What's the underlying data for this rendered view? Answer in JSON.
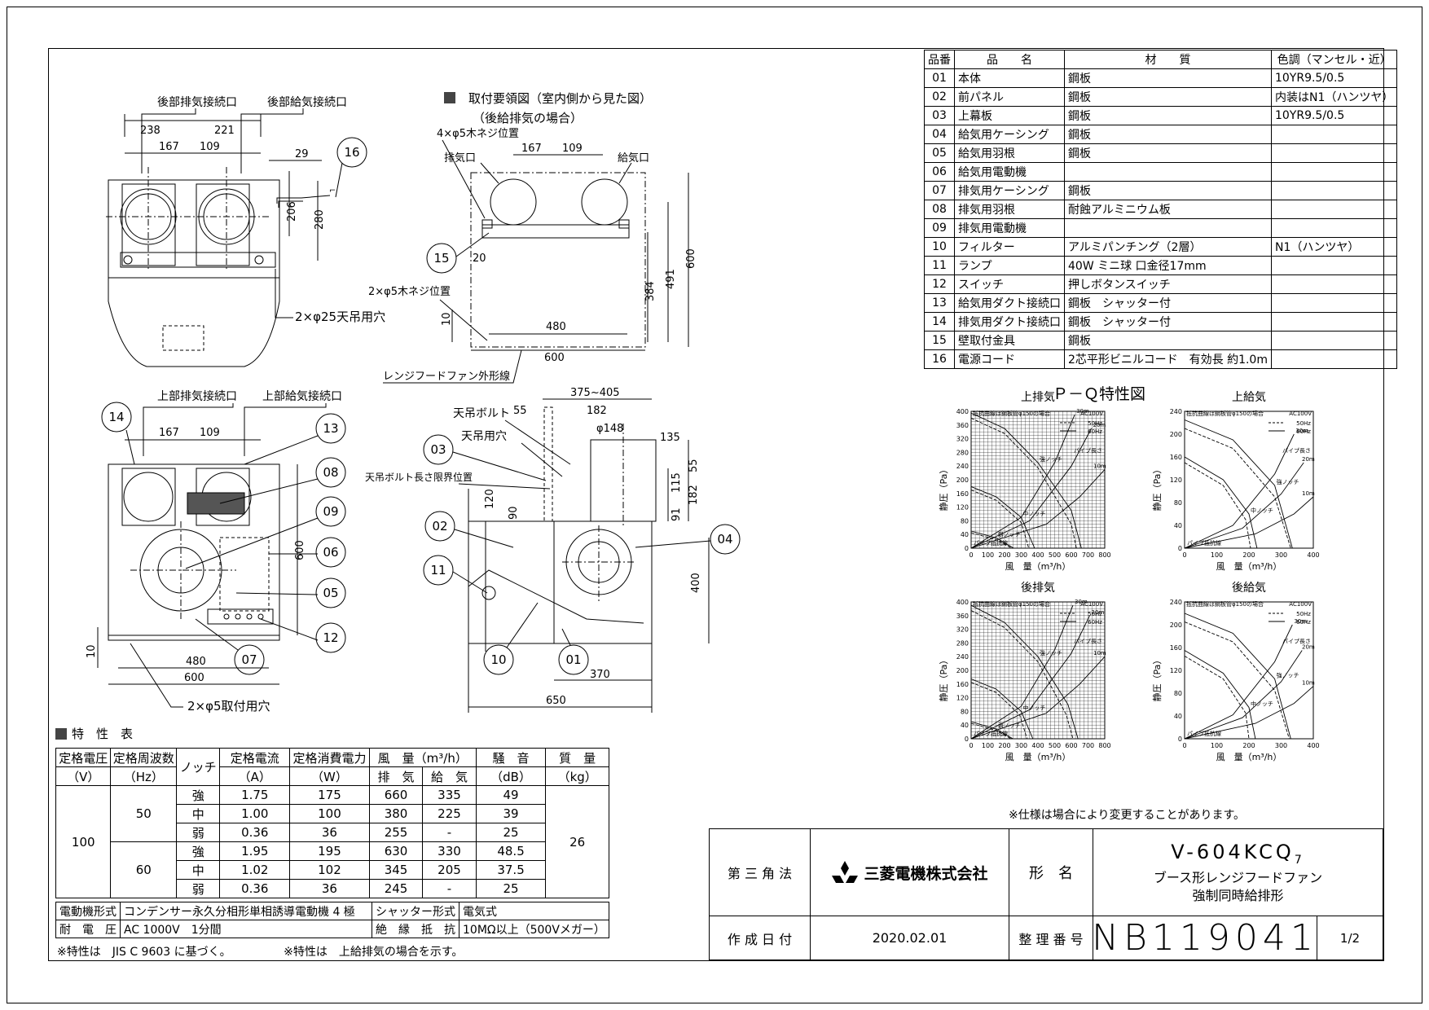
{
  "parts_table": {
    "headers": [
      "品番",
      "品　　名",
      "材　　質",
      "色調（マンセル・近）"
    ],
    "rows": [
      [
        "01",
        "本体",
        "鋼板",
        "10YR9.5/0.5"
      ],
      [
        "02",
        "前パネル",
        "鋼板",
        "内装はN1（ハンツヤ）"
      ],
      [
        "03",
        "上幕板",
        "鋼板",
        "10YR9.5/0.5"
      ],
      [
        "04",
        "給気用ケーシング",
        "鋼板",
        ""
      ],
      [
        "05",
        "給気用羽根",
        "鋼板",
        ""
      ],
      [
        "06",
        "給気用電動機",
        "",
        ""
      ],
      [
        "07",
        "排気用ケーシング",
        "鋼板",
        ""
      ],
      [
        "08",
        "排気用羽根",
        "耐蝕アルミニウム板",
        ""
      ],
      [
        "09",
        "排気用電動機",
        "",
        ""
      ],
      [
        "10",
        "フィルター",
        "アルミパンチング（2層）",
        "N1（ハンツヤ）"
      ],
      [
        "11",
        "ランプ",
        "40W ミニ球 口金径17mm",
        ""
      ],
      [
        "12",
        "スイッチ",
        "押しボタンスイッチ",
        ""
      ],
      [
        "13",
        "給気用ダクト接続口",
        "鋼板　シャッター付",
        ""
      ],
      [
        "14",
        "排気用ダクト接続口",
        "鋼板　シャッター付",
        ""
      ],
      [
        "15",
        "壁取付金具",
        "鋼板",
        ""
      ],
      [
        "16",
        "電源コード",
        "2芯平形ビニルコード　有効長 約1.0m",
        ""
      ]
    ]
  },
  "top_view": {
    "label_rear_exhaust": "後部排気接続口",
    "label_rear_supply": "後部給気接続口",
    "dim_238": "238",
    "dim_221": "221",
    "dim_167": "167",
    "dim_109": "109",
    "dim_29": "29",
    "dim_206": "206",
    "dim_280": "280",
    "balloon_16": "16",
    "hanger_note": "2×φ25天吊用穴"
  },
  "mount_view": {
    "title": "取付要領図（室内側から見た図）",
    "subtitle": "（後給排気の場合）",
    "screw_note_top": "4×φ5木ネジ位置",
    "exhaust_port": "排気口",
    "supply_port": "給気口",
    "dim_167": "167",
    "dim_109": "109",
    "dim_20": "20",
    "balloon_15": "15",
    "screw_note_bottom": "2×φ5木ネジ位置",
    "dim_10": "10",
    "dim_480": "480",
    "dim_600w": "600",
    "dim_384": "384",
    "dim_491": "491",
    "dim_600h": "600",
    "outline_note": "レンジフードファン外形線"
  },
  "front_view": {
    "label_top_exhaust": "上部排気接続口",
    "label_top_supply": "上部給気接続口",
    "dim_167": "167",
    "dim_109": "109",
    "balloons": [
      "14",
      "13",
      "08",
      "09",
      "06",
      "05",
      "12",
      "07"
    ],
    "dim_600h": "600",
    "dim_10": "10",
    "dim_480": "480",
    "dim_600w": "600",
    "mount_hole_note": "2×φ5取付用穴"
  },
  "side_view": {
    "dim_375_405": "375~405",
    "hanger_bolt": "天吊ボルト",
    "hanger_hole": "天吊用穴",
    "bolt_limit": "天吊ボルト長さ限界位置",
    "dim_55a": "55",
    "dim_182a": "182",
    "dim_148": "φ148",
    "dim_135": "135",
    "dim_55b": "55",
    "dim_115": "115",
    "dim_182b": "182",
    "dim_91": "91",
    "dim_120": "120",
    "dim_90": "90",
    "dim_400": "400",
    "dim_370": "370",
    "dim_650": "650",
    "balloons": [
      "03",
      "02",
      "11",
      "04",
      "10",
      "01"
    ]
  },
  "pq": {
    "title": "Ｐ－Ｑ特性図",
    "ylabel": "静圧（Pa）",
    "xlabel": "風　量（m³/h）",
    "legend_power": "AC100V",
    "legend_50": "50Hz",
    "legend_60": "60Hz",
    "resistance_note": "抵抗曲線は鋼板管φ150の場合",
    "pipe_label": "パイプ長さ",
    "pipe_lengths": [
      "30m",
      "20m",
      "10m"
    ],
    "notch_high": "強ノッチ",
    "notch_mid": "中ノッチ",
    "notch_low": "弱ノッチ",
    "pipe_resistance": "パイプ抵抗線"
  },
  "chart_data": [
    {
      "type": "line",
      "title": "上排気",
      "xlabel": "風　量（m³/h）",
      "ylabel": "静圧（Pa）",
      "xlim": [
        0,
        800
      ],
      "ylim": [
        0,
        400
      ],
      "xticks": [
        0,
        100,
        200,
        300,
        400,
        500,
        600,
        700,
        800
      ],
      "yticks": [
        0,
        40,
        80,
        120,
        160,
        200,
        240,
        280,
        320,
        360,
        400
      ],
      "grid": true,
      "legend": "top-right",
      "series": [
        {
          "name": "強ノッチ",
          "style": "solid",
          "points": [
            [
              0,
              395
            ],
            [
              200,
              350
            ],
            [
              400,
              250
            ],
            [
              600,
              110
            ],
            [
              660,
              0
            ]
          ]
        },
        {
          "name": "強ノッチ",
          "style": "dashed",
          "points": [
            [
              0,
              380
            ],
            [
              200,
              335
            ],
            [
              400,
              235
            ],
            [
              600,
              70
            ],
            [
              630,
              0
            ]
          ]
        },
        {
          "name": "中ノッチ",
          "style": "solid",
          "points": [
            [
              0,
              180
            ],
            [
              150,
              150
            ],
            [
              300,
              90
            ],
            [
              380,
              0
            ]
          ]
        },
        {
          "name": "中ノッチ",
          "style": "dashed",
          "points": [
            [
              0,
              170
            ],
            [
              150,
              140
            ],
            [
              300,
              75
            ],
            [
              345,
              0
            ]
          ]
        },
        {
          "name": "弱ノッチ",
          "style": "solid",
          "points": [
            [
              0,
              50
            ],
            [
              150,
              30
            ],
            [
              255,
              0
            ]
          ]
        },
        {
          "name": "弱ノッチ",
          "style": "dashed",
          "points": [
            [
              0,
              45
            ],
            [
              150,
              25
            ],
            [
              245,
              0
            ]
          ]
        },
        {
          "name": "30m",
          "style": "solid",
          "points": [
            [
              0,
              0
            ],
            [
              300,
              90
            ],
            [
              500,
              250
            ],
            [
              620,
              390
            ]
          ]
        },
        {
          "name": "20m",
          "style": "solid",
          "points": [
            [
              0,
              0
            ],
            [
              350,
              80
            ],
            [
              600,
              240
            ],
            [
              720,
              350
            ]
          ]
        },
        {
          "name": "10m",
          "style": "solid",
          "points": [
            [
              0,
              0
            ],
            [
              450,
              70
            ],
            [
              650,
              150
            ],
            [
              800,
              230
            ]
          ]
        }
      ]
    },
    {
      "type": "line",
      "title": "上給気",
      "xlabel": "風　量（m³/h）",
      "ylabel": "静圧（Pa）",
      "xlim": [
        0,
        400
      ],
      "ylim": [
        0,
        240
      ],
      "xticks": [
        0,
        100,
        200,
        300,
        400
      ],
      "yticks": [
        0,
        40,
        80,
        120,
        160,
        200,
        240
      ],
      "grid": false,
      "legend": "top-right",
      "series": [
        {
          "name": "強ノッチ",
          "style": "solid",
          "points": [
            [
              0,
              225
            ],
            [
              150,
              190
            ],
            [
              280,
              110
            ],
            [
              335,
              0
            ]
          ]
        },
        {
          "name": "強ノッチ",
          "style": "dashed",
          "points": [
            [
              0,
              210
            ],
            [
              150,
              175
            ],
            [
              280,
              90
            ],
            [
              330,
              0
            ]
          ]
        },
        {
          "name": "中ノッチ",
          "style": "solid",
          "points": [
            [
              0,
              160
            ],
            [
              120,
              120
            ],
            [
              200,
              60
            ],
            [
              225,
              0
            ]
          ]
        },
        {
          "name": "中ノッチ",
          "style": "dashed",
          "points": [
            [
              0,
              150
            ],
            [
              120,
              110
            ],
            [
              190,
              50
            ],
            [
              205,
              0
            ]
          ]
        },
        {
          "name": "30m",
          "style": "solid",
          "points": [
            [
              0,
              0
            ],
            [
              150,
              40
            ],
            [
              280,
              130
            ],
            [
              340,
              200
            ]
          ]
        },
        {
          "name": "20m",
          "style": "solid",
          "points": [
            [
              0,
              0
            ],
            [
              180,
              35
            ],
            [
              300,
              95
            ],
            [
              370,
              150
            ]
          ]
        },
        {
          "name": "10m",
          "style": "solid",
          "points": [
            [
              0,
              0
            ],
            [
              220,
              25
            ],
            [
              340,
              60
            ],
            [
              400,
              90
            ]
          ]
        }
      ]
    },
    {
      "type": "line",
      "title": "後排気",
      "xlabel": "風　量（m³/h）",
      "ylabel": "静圧（Pa）",
      "xlim": [
        0,
        800
      ],
      "ylim": [
        0,
        400
      ],
      "xticks": [
        0,
        100,
        200,
        300,
        400,
        500,
        600,
        700,
        800
      ],
      "yticks": [
        0,
        40,
        80,
        120,
        160,
        200,
        240,
        280,
        320,
        360,
        400
      ],
      "grid": true,
      "legend": "top-right",
      "series": [
        {
          "name": "強ノッチ",
          "style": "solid",
          "points": [
            [
              0,
              390
            ],
            [
              200,
              340
            ],
            [
              400,
              240
            ],
            [
              580,
              100
            ],
            [
              640,
              0
            ]
          ]
        },
        {
          "name": "強ノッチ",
          "style": "dashed",
          "points": [
            [
              0,
              375
            ],
            [
              200,
              325
            ],
            [
              400,
              225
            ],
            [
              570,
              70
            ],
            [
              610,
              0
            ]
          ]
        },
        {
          "name": "中ノッチ",
          "style": "solid",
          "points": [
            [
              0,
              175
            ],
            [
              150,
              145
            ],
            [
              300,
              80
            ],
            [
              370,
              0
            ]
          ]
        },
        {
          "name": "中ノッチ",
          "style": "dashed",
          "points": [
            [
              0,
              165
            ],
            [
              150,
              135
            ],
            [
              290,
              70
            ],
            [
              335,
              0
            ]
          ]
        },
        {
          "name": "弱ノッチ",
          "style": "solid",
          "points": [
            [
              0,
              50
            ],
            [
              150,
              28
            ],
            [
              250,
              0
            ]
          ]
        },
        {
          "name": "弱ノッチ",
          "style": "dashed",
          "points": [
            [
              0,
              45
            ],
            [
              150,
              24
            ],
            [
              240,
              0
            ]
          ]
        },
        {
          "name": "30m",
          "style": "solid",
          "points": [
            [
              0,
              0
            ],
            [
              300,
              95
            ],
            [
              500,
              260
            ],
            [
              610,
              390
            ]
          ]
        },
        {
          "name": "20m",
          "style": "solid",
          "points": [
            [
              0,
              0
            ],
            [
              350,
              85
            ],
            [
              600,
              250
            ],
            [
              710,
              360
            ]
          ]
        },
        {
          "name": "10m",
          "style": "solid",
          "points": [
            [
              0,
              0
            ],
            [
              450,
              75
            ],
            [
              650,
              160
            ],
            [
              800,
              240
            ]
          ]
        }
      ]
    },
    {
      "type": "line",
      "title": "後給気",
      "xlabel": "風　量（m³/h）",
      "ylabel": "静圧（Pa）",
      "xlim": [
        0,
        400
      ],
      "ylim": [
        0,
        240
      ],
      "xticks": [
        0,
        100,
        200,
        300,
        400
      ],
      "yticks": [
        0,
        40,
        80,
        120,
        160,
        200,
        240
      ],
      "grid": false,
      "legend": "top-right",
      "series": [
        {
          "name": "強ノッチ",
          "style": "solid",
          "points": [
            [
              0,
              220
            ],
            [
              150,
              185
            ],
            [
              280,
              105
            ],
            [
              330,
              0
            ]
          ]
        },
        {
          "name": "強ノッチ",
          "style": "dashed",
          "points": [
            [
              0,
              205
            ],
            [
              150,
              170
            ],
            [
              280,
              85
            ],
            [
              325,
              0
            ]
          ]
        },
        {
          "name": "中ノッチ",
          "style": "solid",
          "points": [
            [
              0,
              155
            ],
            [
              120,
              115
            ],
            [
              200,
              55
            ],
            [
              220,
              0
            ]
          ]
        },
        {
          "name": "中ノッチ",
          "style": "dashed",
          "points": [
            [
              0,
              145
            ],
            [
              120,
              105
            ],
            [
              190,
              45
            ],
            [
              200,
              0
            ]
          ]
        },
        {
          "name": "30m",
          "style": "solid",
          "points": [
            [
              0,
              0
            ],
            [
              150,
              42
            ],
            [
              280,
              135
            ],
            [
              335,
              200
            ]
          ]
        },
        {
          "name": "20m",
          "style": "solid",
          "points": [
            [
              0,
              0
            ],
            [
              180,
              37
            ],
            [
              300,
              100
            ],
            [
              365,
              155
            ]
          ]
        },
        {
          "name": "10m",
          "style": "solid",
          "points": [
            [
              0,
              0
            ],
            [
              220,
              27
            ],
            [
              340,
              62
            ],
            [
              400,
              92
            ]
          ]
        }
      ]
    }
  ],
  "spec": {
    "title": "特　性　表",
    "h_voltage": "定格電圧",
    "h_voltage_unit": "（V）",
    "h_freq": "定格周波数",
    "h_freq_unit": "（Hz）",
    "h_notch": "ノッチ",
    "h_current": "定格電流",
    "h_current_unit": "（A）",
    "h_power": "定格消費電力",
    "h_power_unit": "（W）",
    "h_airflow": "風　量（m³/h）",
    "h_exhaust": "排　気",
    "h_supply": "給　気",
    "h_noise": "騒　音",
    "h_noise_unit": "（dB）",
    "h_mass": "質　量",
    "h_mass_unit": "（kg）",
    "voltage": "100",
    "freq_50": "50",
    "freq_60": "60",
    "mass": "26",
    "rows": [
      [
        "強",
        "1.75",
        "175",
        "660",
        "335",
        "49"
      ],
      [
        "中",
        "1.00",
        "100",
        "380",
        "225",
        "39"
      ],
      [
        "弱",
        "0.36",
        "36",
        "255",
        "-",
        "25"
      ],
      [
        "強",
        "1.95",
        "195",
        "630",
        "330",
        "48.5"
      ],
      [
        "中",
        "1.02",
        "102",
        "345",
        "205",
        "37.5"
      ],
      [
        "弱",
        "0.36",
        "36",
        "245",
        "-",
        "25"
      ]
    ],
    "motor_label": "電動機形式",
    "motor_value": "コンデンサー永久分相形単相誘導電動機 4 極",
    "shutter_label": "シャッター形式",
    "shutter_value": "電気式",
    "withstand_label": "耐　電　圧",
    "withstand_value": "AC 1000V　1分間",
    "insulation_label": "絶　縁　抵　抗",
    "insulation_value": "10MΩ以上（500Vメガー）",
    "note_jis": "※特性は　JIS C 9603 に基づく。",
    "note_upper": "※特性は　上給排気の場合を示す。"
  },
  "title_block": {
    "spec_note": "※仕様は場合により変更することがあります。",
    "projection": "第 三 角 法",
    "company": "三菱電機株式会社",
    "model_label": "形　名",
    "model": "V-604KCQ",
    "model_sub": "7",
    "product_line1": "ブース形レンジフードファン",
    "product_line2": "強制同時給排形",
    "date_label": "作 成 日 付",
    "date": "2020.02.01",
    "doc_label": "整 理 番 号",
    "doc_number": "NB119041",
    "page": "1/2"
  }
}
